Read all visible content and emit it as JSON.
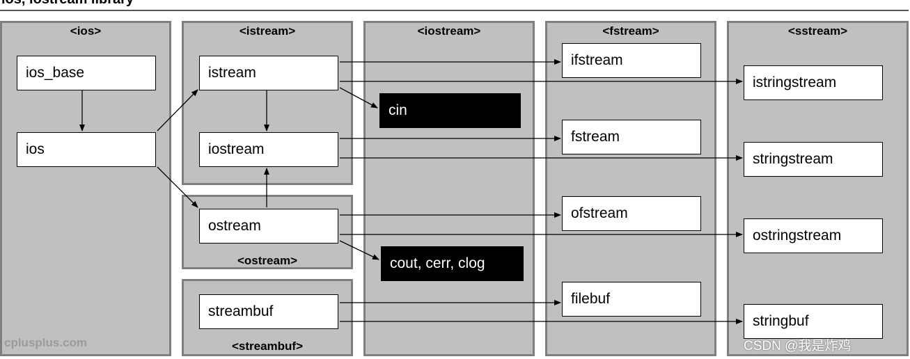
{
  "top_label": "ios, iostream library",
  "columns": [
    {
      "id": "ios",
      "header": "<ios>"
    },
    {
      "id": "istream",
      "header": "<istream>"
    },
    {
      "id": "ostream",
      "header": "<ostream>"
    },
    {
      "id": "streambuf",
      "header": "<streambuf>"
    },
    {
      "id": "iostream",
      "header": "<iostream>"
    },
    {
      "id": "fstream",
      "header": "<fstream>"
    },
    {
      "id": "sstream",
      "header": "<sstream>"
    }
  ],
  "classes": {
    "ios_base": "ios_base",
    "ios": "ios",
    "istream": "istream",
    "iostream": "iostream",
    "ostream": "ostream",
    "streambuf": "streambuf",
    "ifstream": "ifstream",
    "fstream": "fstream",
    "ofstream": "ofstream",
    "filebuf": "filebuf",
    "istringstream": "istringstream",
    "stringstream": "stringstream",
    "ostringstream": "ostringstream",
    "stringbuf": "stringbuf"
  },
  "objects": {
    "cin": "cin",
    "cout_cerr_clog": "cout, cerr, clog"
  },
  "watermarks": {
    "source": "cplusplus.com",
    "csdn": "CSDN @我是炸鸡"
  }
}
